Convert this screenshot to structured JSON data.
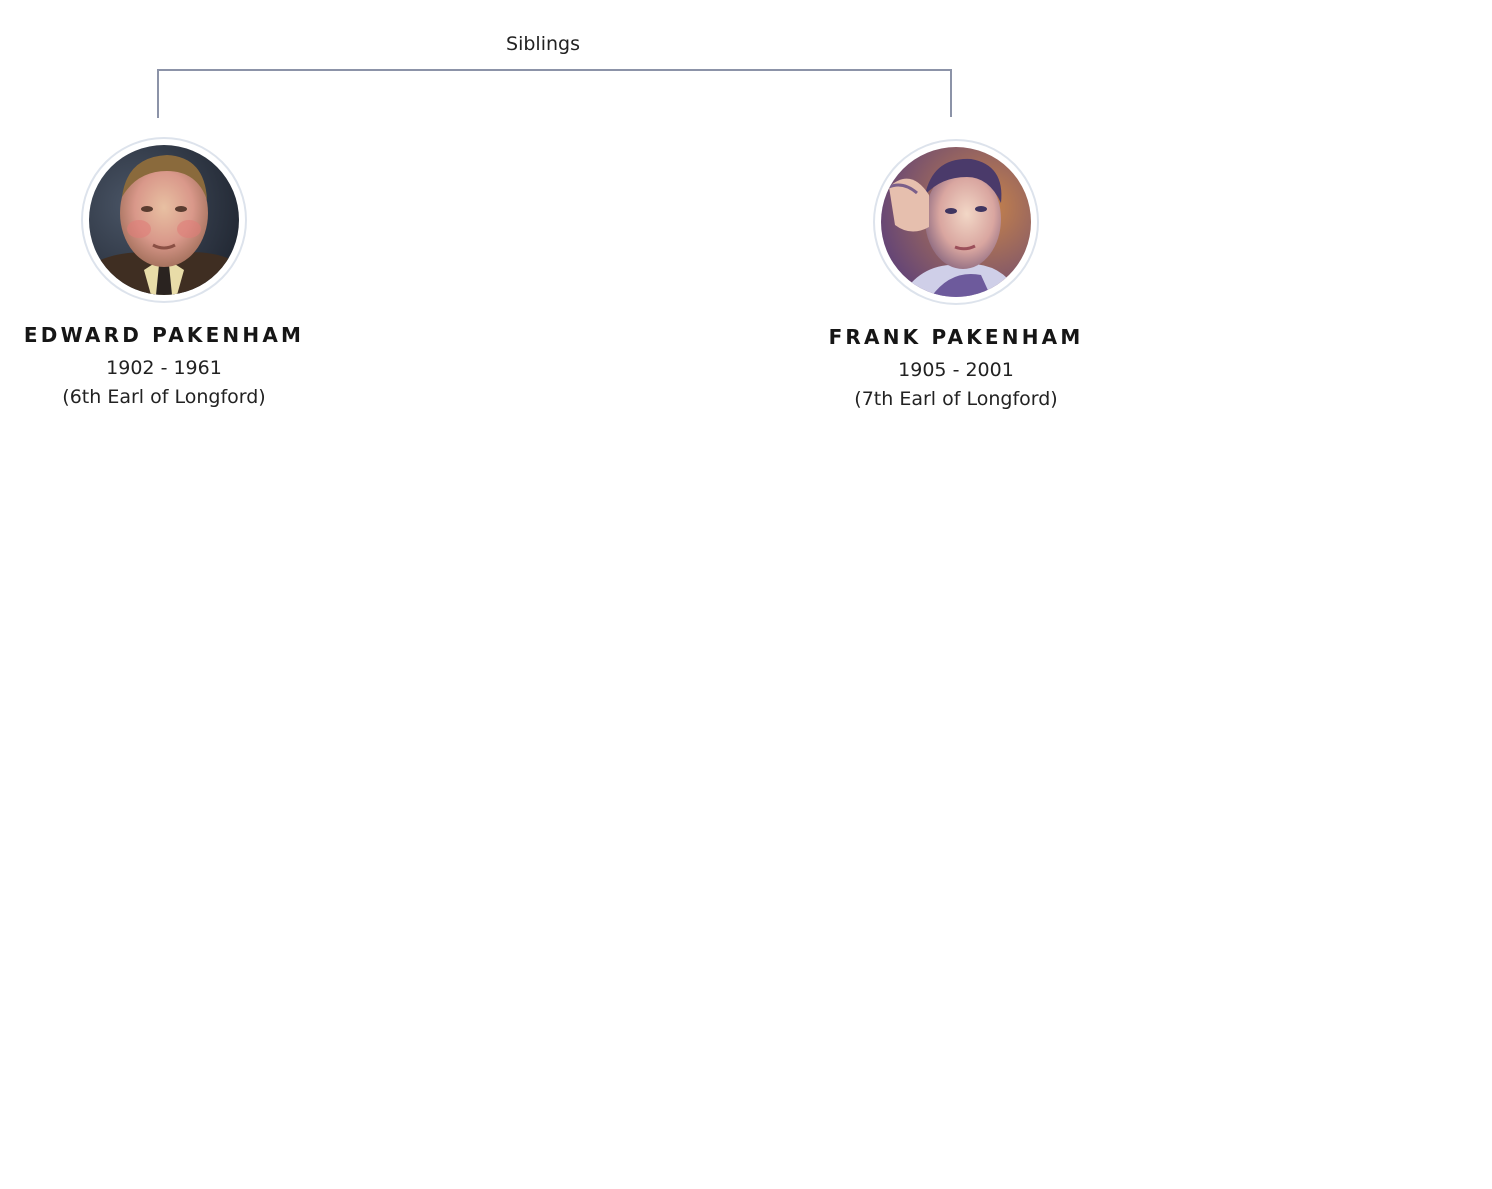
{
  "relation": {
    "label": "Siblings",
    "line_color": "#8c93a8"
  },
  "people": [
    {
      "name": "EDWARD PAKENHAM",
      "dates": "1902 - 1961",
      "title": "(6th Earl of Longford)",
      "portrait": "portrait-painting-edward"
    },
    {
      "name": "FRANK PAKENHAM",
      "dates": "1905 - 2001",
      "title": "(7th Earl of Longford)",
      "portrait": "portrait-painting-frank"
    }
  ]
}
